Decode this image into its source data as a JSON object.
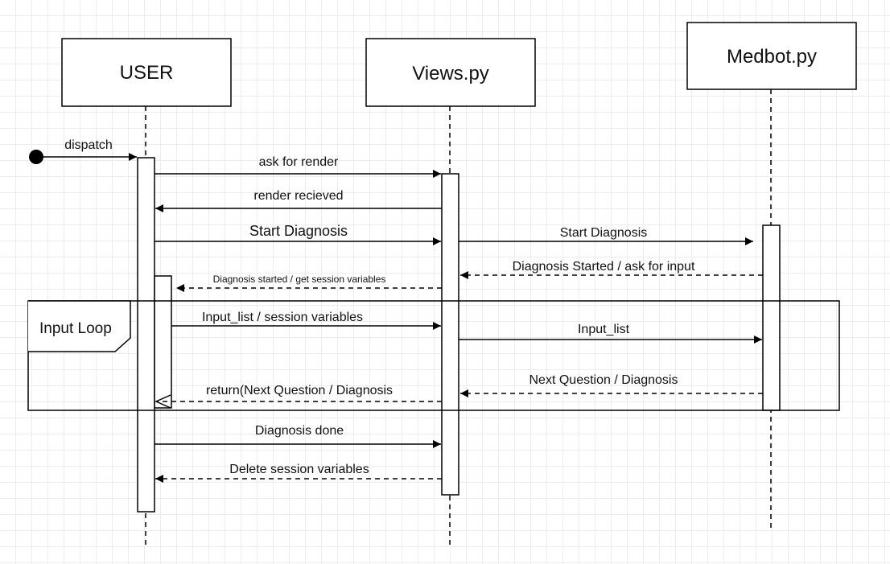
{
  "diagram": {
    "participants": [
      {
        "id": "user",
        "label": "USER"
      },
      {
        "id": "views",
        "label": "Views.py"
      },
      {
        "id": "medbot",
        "label": "Medbot.py"
      }
    ],
    "frame": {
      "label": "Input Loop"
    },
    "messages": [
      {
        "label": "dispatch",
        "from": "start",
        "to": "user",
        "style": "solid"
      },
      {
        "label": "ask for render",
        "from": "user",
        "to": "views",
        "style": "solid"
      },
      {
        "label": "render recieved",
        "from": "views",
        "to": "user",
        "style": "solid"
      },
      {
        "label": "Start Diagnosis",
        "from": "user",
        "to": "views",
        "style": "solid"
      },
      {
        "label": "Start Diagnosis",
        "from": "views",
        "to": "medbot",
        "style": "solid"
      },
      {
        "label": "Diagnosis Started / ask for input",
        "from": "medbot",
        "to": "views",
        "style": "dashed"
      },
      {
        "label": "Diagnosis started / get session variables",
        "from": "views",
        "to": "user",
        "style": "dashed"
      },
      {
        "label": "Input_list / session variables",
        "from": "user",
        "to": "views",
        "style": "solid"
      },
      {
        "label": "Input_list",
        "from": "views",
        "to": "medbot",
        "style": "solid"
      },
      {
        "label": "Next Question / Diagnosis",
        "from": "medbot",
        "to": "views",
        "style": "dashed"
      },
      {
        "label": "return(Next Question / Diagnosis",
        "from": "views",
        "to": "user",
        "style": "dashed-open"
      },
      {
        "label": "Diagnosis done",
        "from": "user",
        "to": "views",
        "style": "solid"
      },
      {
        "label": "Delete session variables",
        "from": "views",
        "to": "user",
        "style": "dashed"
      }
    ]
  }
}
